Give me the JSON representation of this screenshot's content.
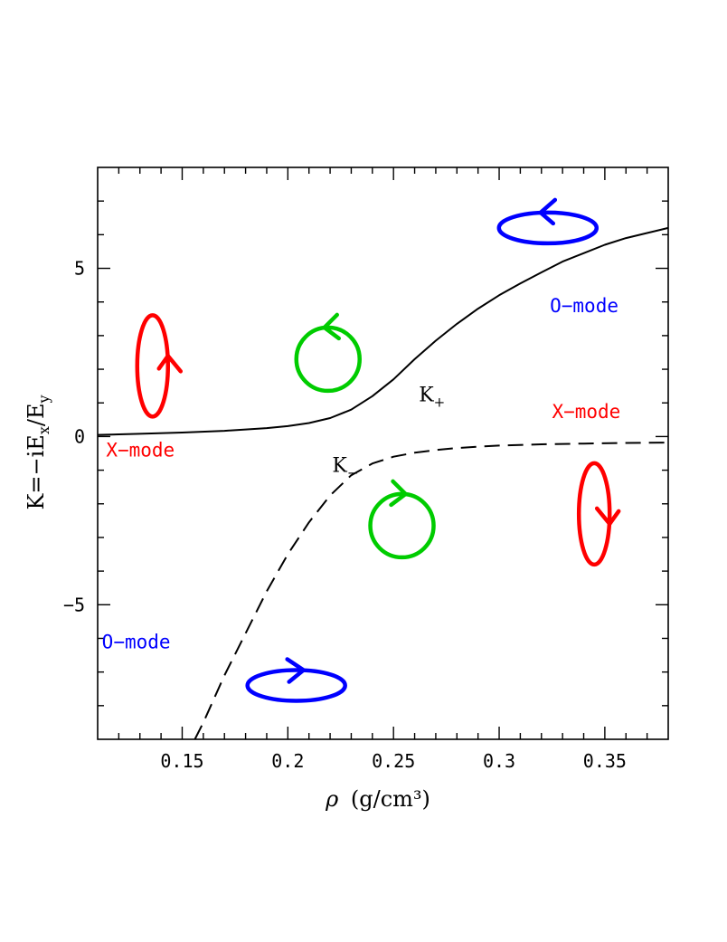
{
  "chart_data": {
    "type": "line",
    "xlabel_symbol": "ρ",
    "xlabel_unit": "(g/cm³)",
    "ylabel": "K=−iE",
    "ylabel_sub_x": "x",
    "ylabel_slash": "/E",
    "ylabel_sub_y": "y",
    "xlim": [
      0.11,
      0.38
    ],
    "ylim": [
      -9,
      8
    ],
    "x_ticks": [
      {
        "value": 0.15,
        "label": "0.15"
      },
      {
        "value": 0.2,
        "label": "0.2"
      },
      {
        "value": 0.25,
        "label": "0.25"
      },
      {
        "value": 0.3,
        "label": "0.3"
      },
      {
        "value": 0.35,
        "label": "0.35"
      }
    ],
    "y_ticks": [
      {
        "value": 5,
        "label": "5"
      },
      {
        "value": 0,
        "label": "0"
      },
      {
        "value": -5,
        "label": "−5"
      }
    ],
    "x_minor_step": 0.01,
    "y_minor_step": 1,
    "series": [
      {
        "name": "K+",
        "label_main": "K",
        "label_sub": "+",
        "style": "solid",
        "color": "#000000",
        "label_at": [
          0.262,
          1.05
        ],
        "x": [
          0.11,
          0.13,
          0.15,
          0.17,
          0.19,
          0.2,
          0.21,
          0.22,
          0.23,
          0.24,
          0.25,
          0.26,
          0.27,
          0.28,
          0.29,
          0.3,
          0.31,
          0.32,
          0.33,
          0.34,
          0.35,
          0.36,
          0.37,
          0.38
        ],
        "y": [
          0.05,
          0.08,
          0.12,
          0.17,
          0.25,
          0.31,
          0.4,
          0.55,
          0.8,
          1.2,
          1.7,
          2.3,
          2.85,
          3.35,
          3.8,
          4.2,
          4.55,
          4.88,
          5.2,
          5.45,
          5.7,
          5.9,
          6.05,
          6.2
        ]
      },
      {
        "name": "K−",
        "label_main": "K",
        "label_sub": "−",
        "style": "dashed",
        "color": "#000000",
        "label_at": [
          0.221,
          -1.05
        ],
        "x": [
          0.156,
          0.16,
          0.17,
          0.18,
          0.19,
          0.2,
          0.21,
          0.22,
          0.23,
          0.24,
          0.25,
          0.26,
          0.27,
          0.28,
          0.29,
          0.3,
          0.32,
          0.34,
          0.36,
          0.38
        ],
        "y": [
          -9.0,
          -8.5,
          -7.1,
          -5.85,
          -4.6,
          -3.5,
          -2.55,
          -1.75,
          -1.15,
          -0.8,
          -0.6,
          -0.48,
          -0.4,
          -0.34,
          -0.3,
          -0.27,
          -0.23,
          -0.21,
          -0.19,
          -0.18
        ]
      }
    ],
    "annotations": [
      {
        "text": "X−mode",
        "x": 0.114,
        "y": -0.6,
        "color": "#ff0000"
      },
      {
        "text": "O−mode",
        "x": 0.112,
        "y": -6.3,
        "color": "#0000ff"
      },
      {
        "text": "O−mode",
        "x": 0.324,
        "y": 3.7,
        "color": "#0000ff"
      },
      {
        "text": "X−mode",
        "x": 0.325,
        "y": 0.55,
        "color": "#ff0000"
      }
    ],
    "polarization_icons": [
      {
        "shape": "vertical-ellipse",
        "x": 0.136,
        "y": 2.1,
        "color": "#ff0000",
        "arrow": "up"
      },
      {
        "shape": "circle",
        "x": 0.219,
        "y": 2.3,
        "color": "#00cc00",
        "arrow": "counterclockwise"
      },
      {
        "shape": "horizontal-ellipse",
        "x": 0.323,
        "y": 6.2,
        "color": "#0000ff",
        "arrow": "left"
      },
      {
        "shape": "circle",
        "x": 0.254,
        "y": -2.65,
        "color": "#00cc00",
        "arrow": "clockwise"
      },
      {
        "shape": "vertical-ellipse",
        "x": 0.345,
        "y": -2.3,
        "color": "#ff0000",
        "arrow": "down"
      },
      {
        "shape": "horizontal-ellipse",
        "x": 0.204,
        "y": -7.4,
        "color": "#0000ff",
        "arrow": "right"
      }
    ]
  }
}
